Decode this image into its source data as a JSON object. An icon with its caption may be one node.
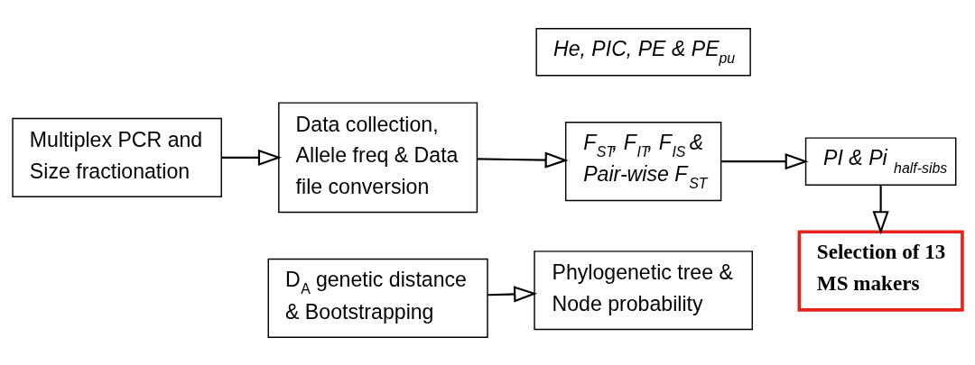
{
  "diagram": {
    "nodes": [
      {
        "text": [
          "He, PIC, PE & PE$_{pu}$"
        ]
      },
      {
        "text": [
          "Multiplex PCR and Size fractionation"
        ]
      },
      {
        "text": [
          "Data collection, Allele freq & Data file conversion"
        ]
      },
      {
        "text": [
          "F$_{ST}$, F$_{IT}$, F$_{IS}$ & Pair-wise F$_{ST}$"
        ]
      },
      {
        "text": [
          "PI & Pi $_{half-sibs}$"
        ]
      },
      {
        "text": [
          "D$_{A}$ genetic distance & Bootstrapping"
        ]
      },
      {
        "text": [
          "Phylogenetic tree & Node probability"
        ]
      },
      {
        "text": [
          "Selection of 13 MS makers"
        ]
      }
    ],
    "edges": [
      {
        "from": 1,
        "to": 2,
        "arrow": "to"
      },
      {
        "from": 2,
        "to": 3,
        "arrow": "to"
      },
      {
        "from": 3,
        "to": 4,
        "arrow": "to"
      },
      {
        "from": 4,
        "to": 7,
        "arrow": "to"
      },
      {
        "from": 5,
        "to": 6,
        "arrow": "to"
      }
    ]
  }
}
